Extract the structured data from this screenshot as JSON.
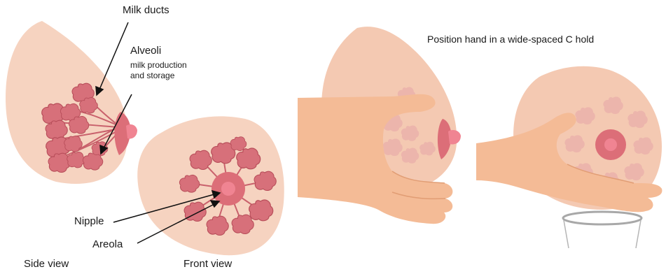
{
  "labels": {
    "milk_ducts": "Milk ducts",
    "alveoli_title": "Alveoli",
    "alveoli_desc_1": "milk production",
    "alveoli_desc_2": "and storage",
    "nipple": "Nipple",
    "areola": "Areola",
    "side_view": "Side view",
    "front_view": "Front view",
    "position_caption": "Position hand in a wide-spaced C hold"
  },
  "colors": {
    "breast": "#f6d3c0",
    "breast_hand_panel": "#f4c9b2",
    "alveoli": "#d7707a",
    "alveoli_outline": "#b84e5a",
    "areola": "#dc6e78",
    "nipple": "#f08492",
    "skin": "#f4bb96",
    "skin_shadow": "#e19d74",
    "faded_alveoli": "#ebb2ab",
    "cup_rim": "#a8a8a8",
    "arrow": "#111111"
  }
}
